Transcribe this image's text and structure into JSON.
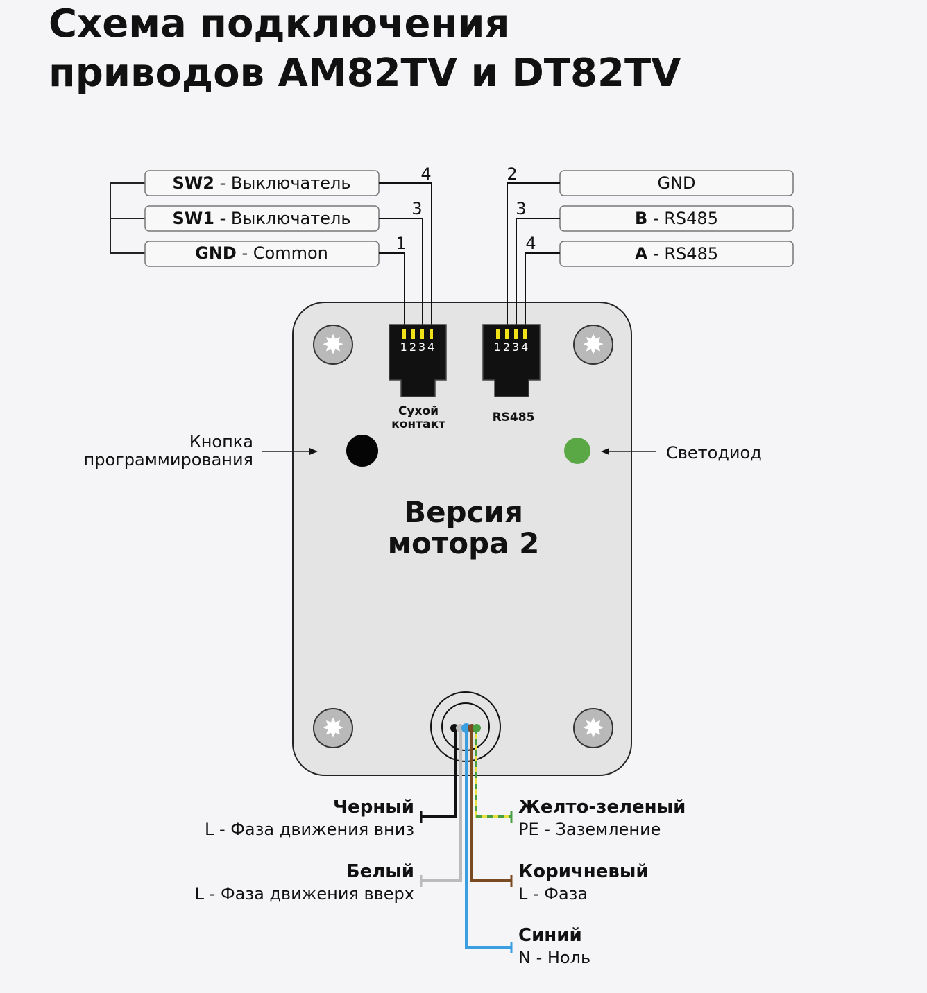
{
  "title": {
    "line1": "Схема подключения",
    "line2": "приводов AM82TV и DT82TV"
  },
  "left_terminals": [
    {
      "pin": "4",
      "name": "SW2",
      "desc": " - Выключатель"
    },
    {
      "pin": "3",
      "name": "SW1",
      "desc": " - Выключатель"
    },
    {
      "pin": "1",
      "name": "GND",
      "desc": " - Common"
    }
  ],
  "right_terminals": [
    {
      "pin": "2",
      "name": "",
      "desc": "GND"
    },
    {
      "pin": "3",
      "name": "B",
      "desc": " - RS485"
    },
    {
      "pin": "4",
      "name": "A",
      "desc": " - RS485"
    }
  ],
  "connectors": {
    "dry_contact": {
      "pins": "1234",
      "label1": "Сухой",
      "label2": "контакт"
    },
    "rs485": {
      "pins": "1234",
      "label": "RS485"
    }
  },
  "button_label": {
    "line1": "Кнопка",
    "line2": "программирования"
  },
  "led_label": "Светодиод",
  "board_label": {
    "line1": "Версия",
    "line2": "мотора 2"
  },
  "wires": [
    {
      "color_name": "Черный",
      "function": "L - Фаза движения вниз",
      "color": "#111111"
    },
    {
      "color_name": "Белый",
      "function": "L - Фаза движения вверх",
      "color": "#bbbbbb"
    },
    {
      "color_name": "Желто-зеленый",
      "function": "PE - Заземление",
      "color": "#e6e040"
    },
    {
      "color_name": "Коричневый",
      "function": "L - Фаза",
      "color": "#7a4a22"
    },
    {
      "color_name": "Синий",
      "function": "N - Ноль",
      "color": "#3a9ee0"
    }
  ],
  "colors": {
    "led": "#5aa845",
    "pin": "#f2e21a",
    "board": "#e4e4e4"
  }
}
